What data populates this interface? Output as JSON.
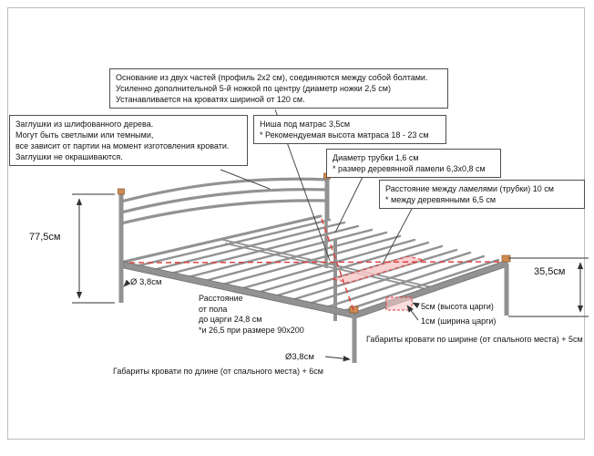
{
  "callouts": {
    "base": {
      "lines": [
        "Основание из двух частей (профиль 2x2 см), соединяются между собой болтами.",
        "Усиленно дополнительной 5-й ножкой по центру (диаметр ножки 2,5 см)",
        "Устанавливается на кроватях шириной от 120 см."
      ]
    },
    "plugs": {
      "lines": [
        "Заглушки из шлифованного дерева.",
        "Могут быть светлыми или темными,",
        "все зависит от партии на момент изготовления кровати.",
        "Заглушки не окрашиваются."
      ]
    },
    "niche": {
      "lines": [
        "Ниша под матрас 3,5см",
        "* Рекомендуемая высота матраса 18 - 23 см"
      ]
    },
    "tube": {
      "lines": [
        "Диаметр трубки 1,6 см",
        "* размер деревянной ламели 6,3х0,8 см"
      ]
    },
    "slat_gap": {
      "lines": [
        "Расстояние между ламелями (трубки) 10 см",
        "* между деревянными 6,5 см"
      ]
    }
  },
  "dimensions": {
    "total_height": "77,5см",
    "leg_diameter_head": "Ø 3,8см",
    "floor_clearance_lines": [
      "Расстояние",
      "от пола",
      "до царги 24,8 см",
      "*и 26,5 при размере 90x200"
    ],
    "leg_diameter_foot": "Ø3,8см",
    "tsarga_height": "5см (высота царги)",
    "tsarga_width": "1см (ширина царги)",
    "side_height": "35,5см",
    "width_overall": "Габариты кровати по ширине (от спального места) + 5см",
    "length_overall": "Габариты кровати по длине (от спального места) + 6см"
  },
  "colors": {
    "frame": "#929292",
    "frame_dark": "#6e6e6e",
    "wood_cap": "#cf8b52",
    "accent_red": "#dd3b3b",
    "accent_pink": "#f6c6c6",
    "diagram_border": "#bdbdbd",
    "callout_border": "#4f4f4f"
  }
}
